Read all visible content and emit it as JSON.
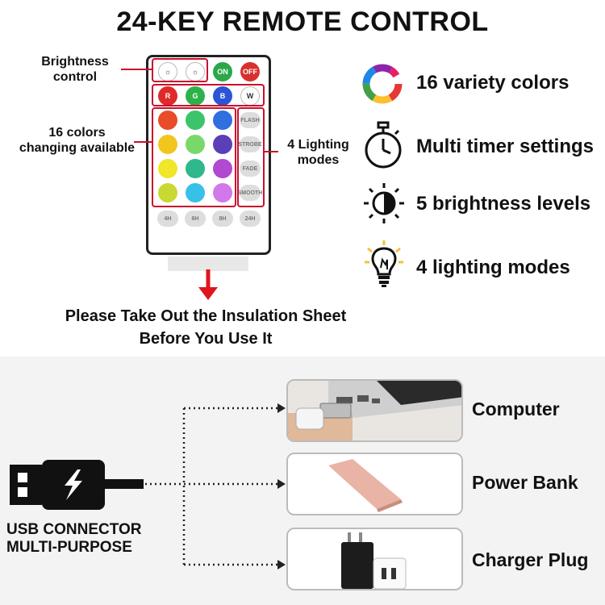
{
  "title": "24-KEY REMOTE CONTROL",
  "callouts": {
    "brightness": "Brightness\ncontrol",
    "colors": "16 colors\nchanging available",
    "lighting": "4 Lighting\nmodes"
  },
  "remote": {
    "top_row": [
      {
        "label": "☼",
        "color": "#ffffff"
      },
      {
        "label": "☼",
        "color": "#ffffff"
      },
      {
        "label": "ON",
        "color": "#2aa84a"
      },
      {
        "label": "OFF",
        "color": "#d8302f"
      }
    ],
    "rgbw_row": [
      {
        "label": "R",
        "color": "#e02a2a"
      },
      {
        "label": "G",
        "color": "#2db24a"
      },
      {
        "label": "B",
        "color": "#2a55d6"
      },
      {
        "label": "W",
        "color": "#ffffff"
      }
    ],
    "color_rows": [
      [
        "#e84c2a",
        "#3cc36b",
        "#2f6fe0"
      ],
      [
        "#f3c51f",
        "#7ad86b",
        "#5b3fb8"
      ],
      [
        "#f0e62a",
        "#2eb88c",
        "#b04ad0"
      ],
      [
        "#c9d832",
        "#37c0e8",
        "#d278e8"
      ]
    ],
    "mode_buttons": [
      "FLASH",
      "STROBE",
      "FADE",
      "SMOOTH"
    ],
    "timer_buttons": [
      "4H",
      "6H",
      "8H",
      "24H"
    ]
  },
  "features": [
    {
      "icon": "color-wheel-icon",
      "text": "16 variety colors"
    },
    {
      "icon": "stopwatch-icon",
      "text": "Multi timer settings"
    },
    {
      "icon": "half-sun-icon",
      "text": "5 brightness levels"
    },
    {
      "icon": "light-bulb-icon",
      "text": "4 lighting modes"
    }
  ],
  "note": {
    "line1": "Please Take Out the Insulation Sheet",
    "line2": "Before You Use It"
  },
  "accent_color": "#c8102e",
  "usb_label": {
    "line1": "USB CONNECTOR",
    "line2": "MULTI-PURPOSE"
  },
  "destinations": [
    {
      "label": "Computer"
    },
    {
      "label": "Power Bank"
    },
    {
      "label": "Charger Plug"
    }
  ]
}
